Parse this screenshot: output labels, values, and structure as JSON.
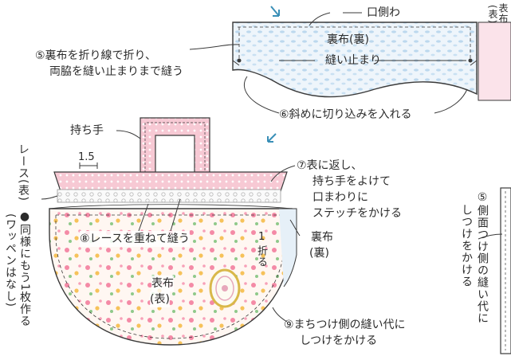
{
  "top_diagram": {
    "mouth_label": "口側わ",
    "inner_cloth_label": "裏布(裏)",
    "stop_label": "縫い止まり",
    "step5_line1": "⑤裏布を折り線で折り、",
    "step5_line2": "両脇を縫い止まりまで縫う",
    "step6": "⑥斜めに切り込みを入れる",
    "partial_label_1": "(表)",
    "partial_label_2": "表布"
  },
  "main_diagram": {
    "handle_label": "持ち手",
    "measure": "1.5",
    "lace_label": "レース(表)",
    "step7_line1": "⑦表に返し、",
    "step7_line2": "持ち手をよけて",
    "step7_line3": "口まわりに",
    "step7_line4": "ステッチをかける",
    "step8": "⑧レースを重ねて縫う",
    "fold_1": "1",
    "fold_2": "折る",
    "inner_cloth_1": "裏布",
    "inner_cloth_2": "(裏)",
    "outer_cloth_1": "表布",
    "outer_cloth_2": "(表)",
    "step9_line1": "⑨まちつけ側の縫い代に",
    "step9_line2": "しつけをかける",
    "side_note_1": "●同様にもう1枚作る",
    "side_note_2": "(ワッペンはなし)"
  },
  "right_diagram": {
    "step5_vertical_1": "⑤側面つけ側の縫い代に",
    "step5_vertical_2": "しつけをかける"
  },
  "colors": {
    "arrow": "#3a8fb7",
    "line": "#3a3a3a",
    "inner_fill": "#dcebf7",
    "pink": "#f2b8c6",
    "floral_bg": "#fff6f0"
  }
}
